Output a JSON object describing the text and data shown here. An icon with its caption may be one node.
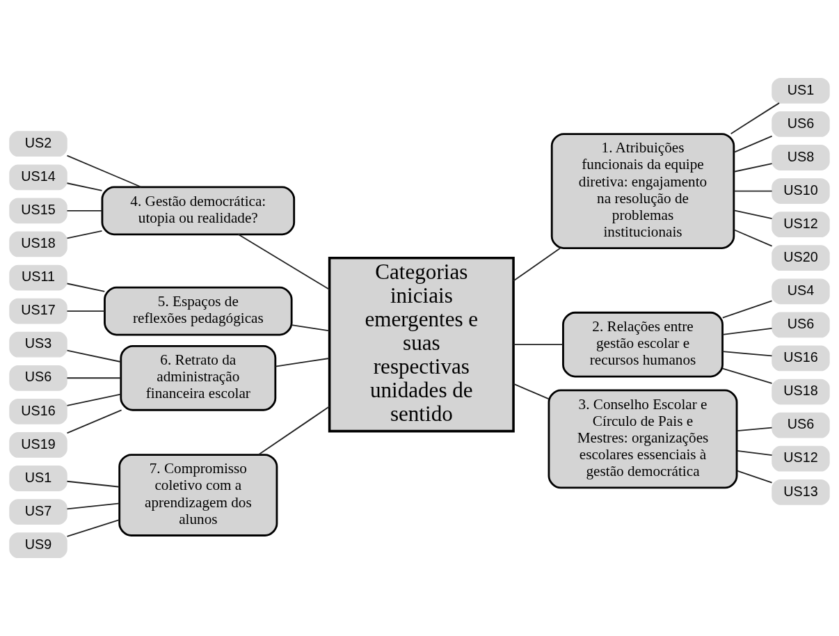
{
  "diagram": {
    "nodes": [
      {
        "text": [
          "Categorias iniciais emergentes e suas respectivas unidades de sentido"
        ]
      },
      {
        "text": [
          "1. Atribuições funcionais da equipe diretiva: engajamento na resolução de problemas institucionais"
        ]
      },
      {
        "text": [
          "2. Relações entre gestão escolar e recursos humanos"
        ]
      },
      {
        "text": [
          "3. Conselho Escolar e Círculo de Pais e Mestres: organizações escolares essenciais à gestão democrática"
        ]
      },
      {
        "text": [
          "4. Gestão democrática: utopia ou realidade?"
        ]
      },
      {
        "text": [
          "5. Espaços de reflexões pedagógicas"
        ]
      },
      {
        "text": [
          "6. Retrato da administração financeira escolar"
        ]
      },
      {
        "text": [
          "7. Compromisso coletivo com a aprendizagem dos alunos"
        ]
      },
      {
        "text": [
          "US1"
        ]
      },
      {
        "text": [
          "US6"
        ]
      },
      {
        "text": [
          "US8"
        ]
      },
      {
        "text": [
          "US10"
        ]
      },
      {
        "text": [
          "US12"
        ]
      },
      {
        "text": [
          "US20"
        ]
      },
      {
        "text": [
          "US4"
        ]
      },
      {
        "text": [
          "US6"
        ]
      },
      {
        "text": [
          "US16"
        ]
      },
      {
        "text": [
          "US18"
        ]
      },
      {
        "text": [
          "US6"
        ]
      },
      {
        "text": [
          "US12"
        ]
      },
      {
        "text": [
          "US13"
        ]
      },
      {
        "text": [
          "US2"
        ]
      },
      {
        "text": [
          "US14"
        ]
      },
      {
        "text": [
          "US15"
        ]
      },
      {
        "text": [
          "US18"
        ]
      },
      {
        "text": [
          "US11"
        ]
      },
      {
        "text": [
          "US17"
        ]
      },
      {
        "text": [
          "US3"
        ]
      },
      {
        "text": [
          "US6"
        ]
      },
      {
        "text": [
          "US16"
        ]
      },
      {
        "text": [
          "US19"
        ]
      },
      {
        "text": [
          "US1"
        ]
      },
      {
        "text": [
          "US7"
        ]
      },
      {
        "text": [
          "US9"
        ]
      }
    ],
    "edges": [
      {
        "from": 0,
        "to": 1,
        "arrow": "none"
      },
      {
        "from": 0,
        "to": 2,
        "arrow": "none"
      },
      {
        "from": 0,
        "to": 3,
        "arrow": "none"
      },
      {
        "from": 0,
        "to": 4,
        "arrow": "none"
      },
      {
        "from": 0,
        "to": 5,
        "arrow": "none"
      },
      {
        "from": 0,
        "to": 6,
        "arrow": "none"
      },
      {
        "from": 0,
        "to": 7,
        "arrow": "none"
      },
      {
        "from": 1,
        "to": 8,
        "arrow": "none"
      },
      {
        "from": 1,
        "to": 9,
        "arrow": "none"
      },
      {
        "from": 1,
        "to": 10,
        "arrow": "none"
      },
      {
        "from": 1,
        "to": 11,
        "arrow": "none"
      },
      {
        "from": 1,
        "to": 12,
        "arrow": "none"
      },
      {
        "from": 1,
        "to": 13,
        "arrow": "none"
      },
      {
        "from": 2,
        "to": 14,
        "arrow": "none"
      },
      {
        "from": 2,
        "to": 15,
        "arrow": "none"
      },
      {
        "from": 2,
        "to": 16,
        "arrow": "none"
      },
      {
        "from": 2,
        "to": 17,
        "arrow": "none"
      },
      {
        "from": 3,
        "to": 18,
        "arrow": "none"
      },
      {
        "from": 3,
        "to": 19,
        "arrow": "none"
      },
      {
        "from": 3,
        "to": 20,
        "arrow": "none"
      },
      {
        "from": 4,
        "to": 21,
        "arrow": "none"
      },
      {
        "from": 4,
        "to": 22,
        "arrow": "none"
      },
      {
        "from": 4,
        "to": 23,
        "arrow": "none"
      },
      {
        "from": 4,
        "to": 24,
        "arrow": "none"
      },
      {
        "from": 5,
        "to": 25,
        "arrow": "none"
      },
      {
        "from": 5,
        "to": 26,
        "arrow": "none"
      },
      {
        "from": 6,
        "to": 27,
        "arrow": "none"
      },
      {
        "from": 6,
        "to": 28,
        "arrow": "none"
      },
      {
        "from": 6,
        "to": 29,
        "arrow": "none"
      },
      {
        "from": 6,
        "to": 30,
        "arrow": "none"
      },
      {
        "from": 7,
        "to": 31,
        "arrow": "none"
      },
      {
        "from": 7,
        "to": 32,
        "arrow": "none"
      },
      {
        "from": 7,
        "to": 33,
        "arrow": "none"
      }
    ]
  }
}
